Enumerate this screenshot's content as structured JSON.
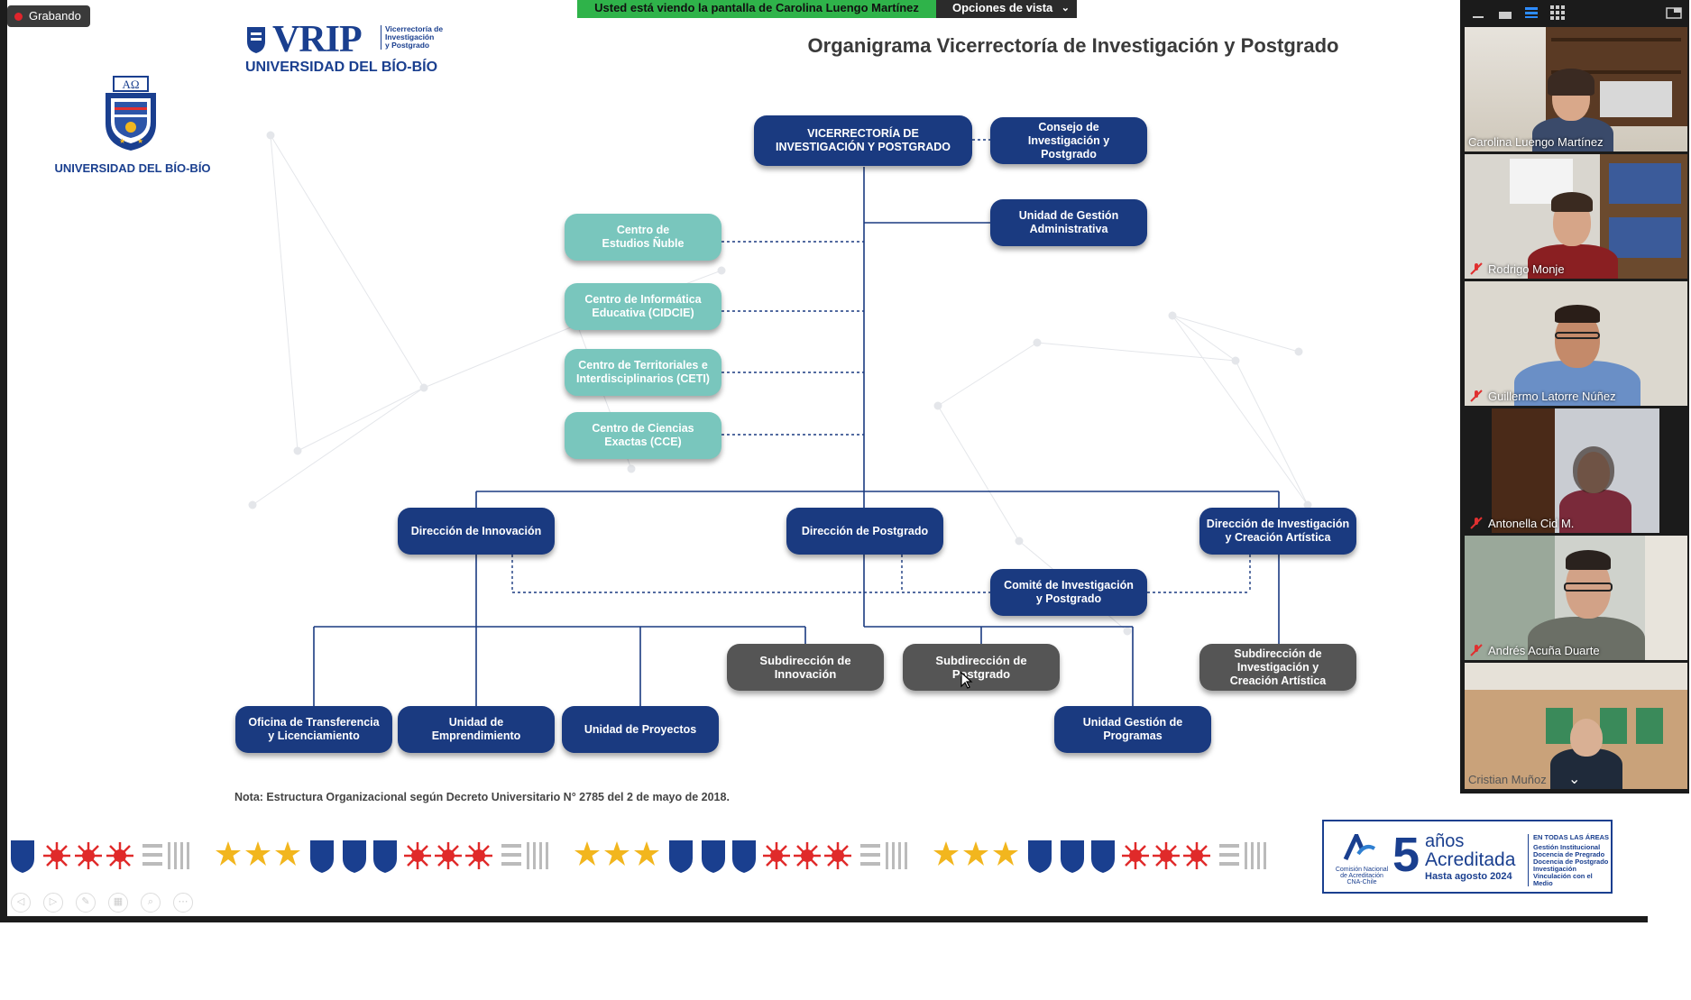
{
  "recording": {
    "label": "Grabando"
  },
  "share_banner": {
    "text": "Usted está viendo la pantalla de Carolina  Luengo Martínez",
    "view_options": "Opciones de vista"
  },
  "slide": {
    "title": "Organigrama Vicerrectoría de Investigación y Postgrado",
    "vrip_logo": {
      "acronym": "VRIP",
      "tagline_1": "Vicerrectoría de",
      "tagline_2": "Investigación",
      "tagline_3": "y Postgrado",
      "university": "UNIVERSIDAD DEL BÍO-BÍO"
    },
    "crest": {
      "motto": "AΩ",
      "university": "UNIVERSIDAD DEL BÍO-BÍO"
    },
    "boxes": {
      "vicerrectoria": "VICERRECTORÍA DE INVESTIGACIÓN Y POSTGRADO",
      "consejo": "Consejo de Investigación y Postgrado",
      "gestion_adm": "Unidad de Gestión Administrativa",
      "c_nuble": "Centro de Estudios Ñuble",
      "c_cidcie": "Centro de Informática Educativa (CIDCIE)",
      "c_ceti": "Centro de Territoriales e Interdisciplinarios (CETI)",
      "c_cce": "Centro de Ciencias Exactas (CCE)",
      "dir_innovacion": "Dirección de Innovación",
      "dir_postgrado": "Dirección de Postgrado",
      "dir_investigacion": "Dirección de Investigación y Creación Artística",
      "comite": "Comité de Investigación y Postgrado",
      "sub_innovacion": "Subdirección de Innovación",
      "sub_postgrado": "Subdirección de Postgrado",
      "sub_investigacion": "Subdirección de Investigación y Creación Artística",
      "oficina": "Oficina de Transferencia y Licenciamiento",
      "emprendimiento": "Unidad de Emprendimiento",
      "proyectos": "Unidad de Proyectos",
      "gestion_programas": "Unidad Gestión de Programas"
    },
    "note": "Nota: Estructura Organizacional según Decreto Universitario N° 2785 del 2 de mayo de 2018.",
    "accreditation": {
      "agency": "Comisión Nacional de Acreditación CNA-Chile",
      "years": "5",
      "years_word": "años",
      "status": "Acreditada",
      "until": "Hasta agosto 2024",
      "areas_title": "EN TODAS LAS ÁREAS",
      "areas": [
        "Gestión Institucional",
        "Docencia de Pregrado",
        "Docencia de Postgrado",
        "Investigación",
        "Vinculación con el Medio"
      ]
    }
  },
  "participants": [
    {
      "name": "Carolina  Luengo Martínez",
      "muted": false
    },
    {
      "name": "Rodrigo Monje",
      "muted": true
    },
    {
      "name": "Guillermo Latorre Núñez",
      "muted": true
    },
    {
      "name": "Antonella Cid M.",
      "muted": true
    },
    {
      "name": "Andrés Acuña Duarte",
      "muted": true
    },
    {
      "name": "Cristian Muñoz",
      "muted": false
    }
  ],
  "colors": {
    "navy": "#1a3a80",
    "teal": "#79c6bd",
    "gray": "#555555",
    "share_green": "#2fb34a"
  }
}
